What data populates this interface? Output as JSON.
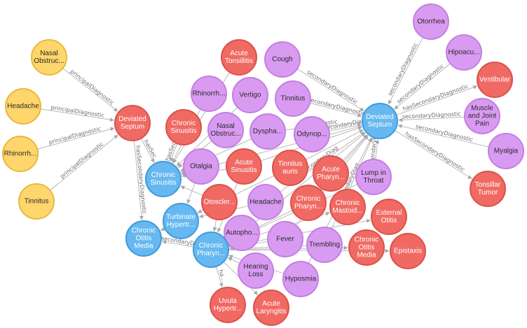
{
  "colors": {
    "symptom": {
      "fill": "#d99bf2",
      "stroke": "#c27fe0",
      "text": "#2a2a2a"
    },
    "disease": {
      "fill": "#f06a63",
      "stroke": "#d9534c",
      "text": "#ffffff"
    },
    "root": {
      "fill": "#ffd66b",
      "stroke": "#e9b93d",
      "text": "#2a2a2a"
    },
    "target": {
      "fill": "#66b8f0",
      "stroke": "#3f9bdc",
      "text": "#ffffff"
    },
    "edge": "#b8b8b8",
    "edge_label": "#6b6b6b"
  },
  "nodes": [
    {
      "id": "nasal_obstruction_y",
      "label": [
        "Nasal",
        "Obstruc..."
      ],
      "kind": "root"
    },
    {
      "id": "headache_y",
      "label": [
        "Headache"
      ],
      "kind": "root"
    },
    {
      "id": "rhinorrhea_y",
      "label": [
        "Rhinorrh..."
      ],
      "kind": "root"
    },
    {
      "id": "tinnitus_y",
      "label": [
        "Tinnitus"
      ],
      "kind": "root"
    },
    {
      "id": "deviated_septum_r",
      "label": [
        "Deviated",
        "Septum"
      ],
      "kind": "disease"
    },
    {
      "id": "acute_tonsillitis",
      "label": [
        "Acute",
        "Tonsillitis"
      ],
      "kind": "disease"
    },
    {
      "id": "cough",
      "label": [
        "Cough"
      ],
      "kind": "symptom"
    },
    {
      "id": "rhinorrhea_p",
      "label": [
        "Rhinorrh..."
      ],
      "kind": "symptom"
    },
    {
      "id": "vertigo",
      "label": [
        "Vertigo"
      ],
      "kind": "symptom"
    },
    {
      "id": "tinnitus_p",
      "label": [
        "Tinnitus"
      ],
      "kind": "symptom"
    },
    {
      "id": "chronic_sinusitis_r",
      "label": [
        "Chronic",
        "Sinusitis"
      ],
      "kind": "disease"
    },
    {
      "id": "nasal_obstruction_p",
      "label": [
        "Nasal",
        "Obstruc..."
      ],
      "kind": "symptom"
    },
    {
      "id": "dysphagia",
      "label": [
        "Dyspha..."
      ],
      "kind": "symptom"
    },
    {
      "id": "odynophagia",
      "label": [
        "Odynop..."
      ],
      "kind": "symptom"
    },
    {
      "id": "otalgia",
      "label": [
        "Otalgia"
      ],
      "kind": "symptom"
    },
    {
      "id": "chronic_sinusitis_b",
      "label": [
        "Chronic",
        "Sinusitis"
      ],
      "kind": "target"
    },
    {
      "id": "acute_sinusitis",
      "label": [
        "Acute",
        "Sinusitis"
      ],
      "kind": "disease"
    },
    {
      "id": "tinnitus_auris",
      "label": [
        "Tinnitus",
        "auris"
      ],
      "kind": "disease"
    },
    {
      "id": "acute_pharyngitis",
      "label": [
        "Acute",
        "Pharyn..."
      ],
      "kind": "disease"
    },
    {
      "id": "lump_in_throat",
      "label": [
        "Lump in",
        "Throat"
      ],
      "kind": "symptom"
    },
    {
      "id": "otosclerosis",
      "label": [
        "Otoscler..."
      ],
      "kind": "disease"
    },
    {
      "id": "headache_p",
      "label": [
        "Headache"
      ],
      "kind": "symptom"
    },
    {
      "id": "chronic_pharyngitis_r",
      "label": [
        "Chronic",
        "Pharyn..."
      ],
      "kind": "disease"
    },
    {
      "id": "chronic_mastoiditis",
      "label": [
        "Chronic",
        "Mastoid..."
      ],
      "kind": "disease"
    },
    {
      "id": "external_otitis",
      "label": [
        "External",
        "Otitis"
      ],
      "kind": "disease"
    },
    {
      "id": "turbinate_hypertrophy",
      "label": [
        "Turbinate",
        "Hypertr..."
      ],
      "kind": "target"
    },
    {
      "id": "autophony",
      "label": [
        "Autopho..."
      ],
      "kind": "symptom"
    },
    {
      "id": "chronic_otitis_media_b",
      "label": [
        "Chronic",
        "Otitis",
        "Media"
      ],
      "kind": "target"
    },
    {
      "id": "chronic_pharyngitis_b",
      "label": [
        "Chronic",
        "Pharyn..."
      ],
      "kind": "target"
    },
    {
      "id": "fever",
      "label": [
        "Fever"
      ],
      "kind": "symptom"
    },
    {
      "id": "trembling",
      "label": [
        "Trembling"
      ],
      "kind": "symptom"
    },
    {
      "id": "chronic_otitis_media_r",
      "label": [
        "Chronic",
        "Otitis",
        "Media"
      ],
      "kind": "disease"
    },
    {
      "id": "epistaxis",
      "label": [
        "Epistaxis"
      ],
      "kind": "disease"
    },
    {
      "id": "hearing_loss",
      "label": [
        "Hearing",
        "Loss"
      ],
      "kind": "symptom"
    },
    {
      "id": "hyposmia",
      "label": [
        "Hyposmia"
      ],
      "kind": "symptom"
    },
    {
      "id": "uvula_hypertrophy",
      "label": [
        "Uvula",
        "Hypertr..."
      ],
      "kind": "disease"
    },
    {
      "id": "acute_laryngitis",
      "label": [
        "Acute",
        "Laryngitis"
      ],
      "kind": "disease"
    },
    {
      "id": "deviated_septum_b",
      "label": [
        "Deviated",
        "Septum"
      ],
      "kind": "target"
    },
    {
      "id": "otorrhea",
      "label": [
        "Otorrhea"
      ],
      "kind": "symptom"
    },
    {
      "id": "hipoacusia",
      "label": [
        "Hipoacu..."
      ],
      "kind": "symptom"
    },
    {
      "id": "vestibular",
      "label": [
        "Vestibular"
      ],
      "kind": "disease"
    },
    {
      "id": "muscle_joint_pain",
      "label": [
        "Muscle",
        "and Joint",
        "Pain"
      ],
      "kind": "symptom"
    },
    {
      "id": "myalgia",
      "label": [
        "Myalgia"
      ],
      "kind": "symptom"
    },
    {
      "id": "tonsillar_tumor",
      "label": [
        "Tonsillar",
        "Tumor"
      ],
      "kind": "disease"
    }
  ],
  "edges": [
    {
      "from": "nasal_obstruction_y",
      "to": "deviated_septum_r",
      "label": "principalDiagnostic"
    },
    {
      "from": "headache_y",
      "to": "deviated_septum_r",
      "label": "principalDiagnostic"
    },
    {
      "from": "rhinorrhea_y",
      "to": "deviated_septum_r",
      "label": "principalDiagnostic"
    },
    {
      "from": "tinnitus_y",
      "to": "deviated_septum_r",
      "label": "principalDiagnostic"
    },
    {
      "from": "deviated_septum_r",
      "to": "chronic_otitis_media_b",
      "label": "hasSecondaryDiagnostic"
    },
    {
      "from": "deviated_septum_r",
      "to": "chronic_sinusitis_b",
      "label": "hasSec"
    },
    {
      "from": "otorrhea",
      "to": "deviated_septum_b",
      "label": "secondaryDiagnostic"
    },
    {
      "from": "hipoacusia",
      "to": "deviated_septum_b",
      "label": "secondaryDiagnostic"
    },
    {
      "from": "deviated_septum_b",
      "to": "vestibular",
      "label": "hasSecondaryDiagnostic"
    },
    {
      "from": "muscle_joint_pain",
      "to": "deviated_septum_b",
      "label": "secondaryDiagnostic"
    },
    {
      "from": "myalgia",
      "to": "deviated_septum_b",
      "label": "secondaryDiagnostic"
    },
    {
      "from": "deviated_septum_b",
      "to": "tonsillar_tumor",
      "label": "hasSecondaryDiagnostic"
    },
    {
      "from": "cough",
      "to": "deviated_septum_b",
      "label": "secondaryDiagnostic"
    },
    {
      "from": "tinnitus_p",
      "to": "deviated_septum_b",
      "label": "secondaryDiagnostic"
    },
    {
      "from": "odynophagia",
      "to": "deviated_septum_b",
      "label": "secondaryDiag"
    },
    {
      "from": "dysphagia",
      "to": "deviated_septum_b",
      "label": "Diagnostic"
    },
    {
      "from": "lump_in_throat",
      "to": "deviated_septum_b",
      "label": "secondaryDia"
    },
    {
      "from": "headache_p",
      "to": "deviated_septum_b",
      "label": "secondaryDiag"
    },
    {
      "from": "fever",
      "to": "deviated_septum_b",
      "label": "secondaryDiag"
    },
    {
      "from": "trembling",
      "to": "deviated_septum_b",
      "label": "secondaryDiag"
    },
    {
      "from": "hyposmia",
      "to": "deviated_septum_b",
      "label": ""
    },
    {
      "from": "autophony",
      "to": "deviated_septum_b",
      "label": ""
    },
    {
      "from": "acute_pharyngitis",
      "to": "deviated_septum_b",
      "label": ""
    },
    {
      "from": "chronic_pharyngitis_r",
      "to": "deviated_septum_b",
      "label": ""
    },
    {
      "from": "rhinorrhea_p",
      "to": "chronic_sinusitis_b",
      "label": ""
    },
    {
      "from": "vertigo",
      "to": "chronic_sinusitis_b",
      "label": ""
    },
    {
      "from": "nasal_obstruction_p",
      "to": "chronic_sinusitis_b",
      "label": ""
    },
    {
      "from": "dysphagia",
      "to": "chronic_sinusitis_b",
      "label": ""
    },
    {
      "from": "otalgia",
      "to": "chronic_sinusitis_b",
      "label": ""
    },
    {
      "from": "acute_tonsillitis",
      "to": "chronic_sinusitis_b",
      "label": ""
    },
    {
      "from": "chronic_sinusitis_r",
      "to": "chronic_sinusitis_b",
      "label": "hasSec"
    },
    {
      "from": "acute_sinusitis",
      "to": "chronic_sinusitis_b",
      "label": ""
    },
    {
      "from": "otosclerosis",
      "to": "chronic_sinusitis_b",
      "label": ""
    },
    {
      "from": "chronic_pharyngitis_b",
      "to": "chronic_otitis_media_b",
      "label": "secondaryDi"
    },
    {
      "from": "turbinate_hypertrophy",
      "to": "chronic_otitis_media_b",
      "label": ""
    },
    {
      "from": "autophony",
      "to": "chronic_pharyngitis_b",
      "label": ""
    },
    {
      "from": "fever",
      "to": "chronic_pharyngitis_b",
      "label": ""
    },
    {
      "from": "trembling",
      "to": "chronic_pharyngitis_b",
      "label": ""
    },
    {
      "from": "hearing_loss",
      "to": "chronic_pharyngitis_b",
      "label": ""
    },
    {
      "from": "hyposmia",
      "to": "chronic_pharyngitis_b",
      "label": ""
    },
    {
      "from": "chronic_pharyngitis_b",
      "to": "uvula_hypertrophy",
      "label": "ha..."
    },
    {
      "from": "chronic_pharyngitis_b",
      "to": "acute_laryngitis",
      "label": ""
    },
    {
      "from": "chronic_pharyngitis_b",
      "to": "chronic_otitis_media_r",
      "label": ""
    },
    {
      "from": "chronic_pharyngitis_b",
      "to": "epistaxis",
      "label": ""
    },
    {
      "from": "chronic_pharyngitis_b",
      "to": "chronic_mastoiditis",
      "label": ""
    },
    {
      "from": "chronic_pharyngitis_b",
      "to": "external_otitis",
      "label": ""
    },
    {
      "from": "otalgia",
      "to": "turbinate_hypertrophy",
      "label": ""
    },
    {
      "from": "tinnitus_auris",
      "to": "turbinate_hypertrophy",
      "label": ""
    },
    {
      "from": "headache_p",
      "to": "turbinate_hypertrophy",
      "label": ""
    },
    {
      "from": "acute_sinusitis",
      "to": "chronic_pharyngitis_b",
      "label": ""
    },
    {
      "from": "otosclerosis",
      "to": "chronic_pharyngitis_b",
      "label": ""
    },
    {
      "from": "chronic_pharyngitis_r",
      "to": "chronic_pharyngitis_b",
      "label": ""
    },
    {
      "from": "lump_in_throat",
      "to": "chronic_pharyngitis_b",
      "label": ""
    },
    {
      "from": "deviated_septum_b",
      "to": "chronic_sinusitis_b",
      "label": ""
    },
    {
      "from": "tinnitus_auris",
      "to": "deviated_septum_b",
      "label": ""
    },
    {
      "from": "acute_sinusitis",
      "to": "deviated_septum_b",
      "label": ""
    }
  ]
}
